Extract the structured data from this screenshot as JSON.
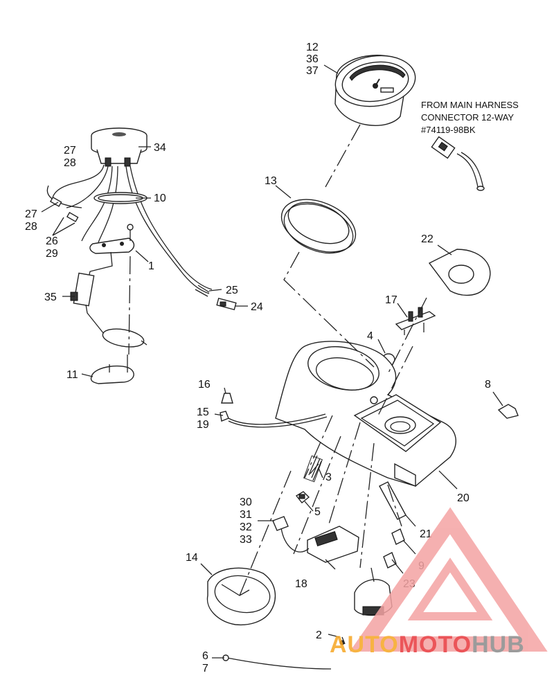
{
  "callouts": {
    "c12": "12",
    "c36": "36",
    "c37": "37",
    "c27a": "27",
    "c28a": "28",
    "c34": "34",
    "c10": "10",
    "c27b": "27",
    "c28b": "28",
    "c26": "26",
    "c29": "29",
    "c1": "1",
    "c25": "25",
    "c24": "24",
    "c35": "35",
    "c13": "13",
    "c22": "22",
    "c17": "17",
    "c4": "4",
    "c8": "8",
    "c11": "11",
    "c16": "16",
    "c15": "15",
    "c19": "19",
    "c3": "3",
    "c20": "20",
    "c5": "5",
    "c30": "30",
    "c31": "31",
    "c32": "32",
    "c33": "33",
    "c21": "21",
    "c14": "14",
    "c9": "9",
    "c18": "18",
    "c23": "23",
    "c2": "2",
    "c6": "6",
    "c7": "7"
  },
  "note": {
    "line1": "FROM MAIN HARNESS",
    "line2": "CONNECTOR 12-WAY",
    "line3": "#74119-98BK"
  },
  "watermark": {
    "part1": "AUTO",
    "part2": "MOTO",
    "part3": "HUB",
    "color_red": "#e8383d",
    "color_orange": "#f6a623",
    "color_gray": "#8a8a8a"
  }
}
